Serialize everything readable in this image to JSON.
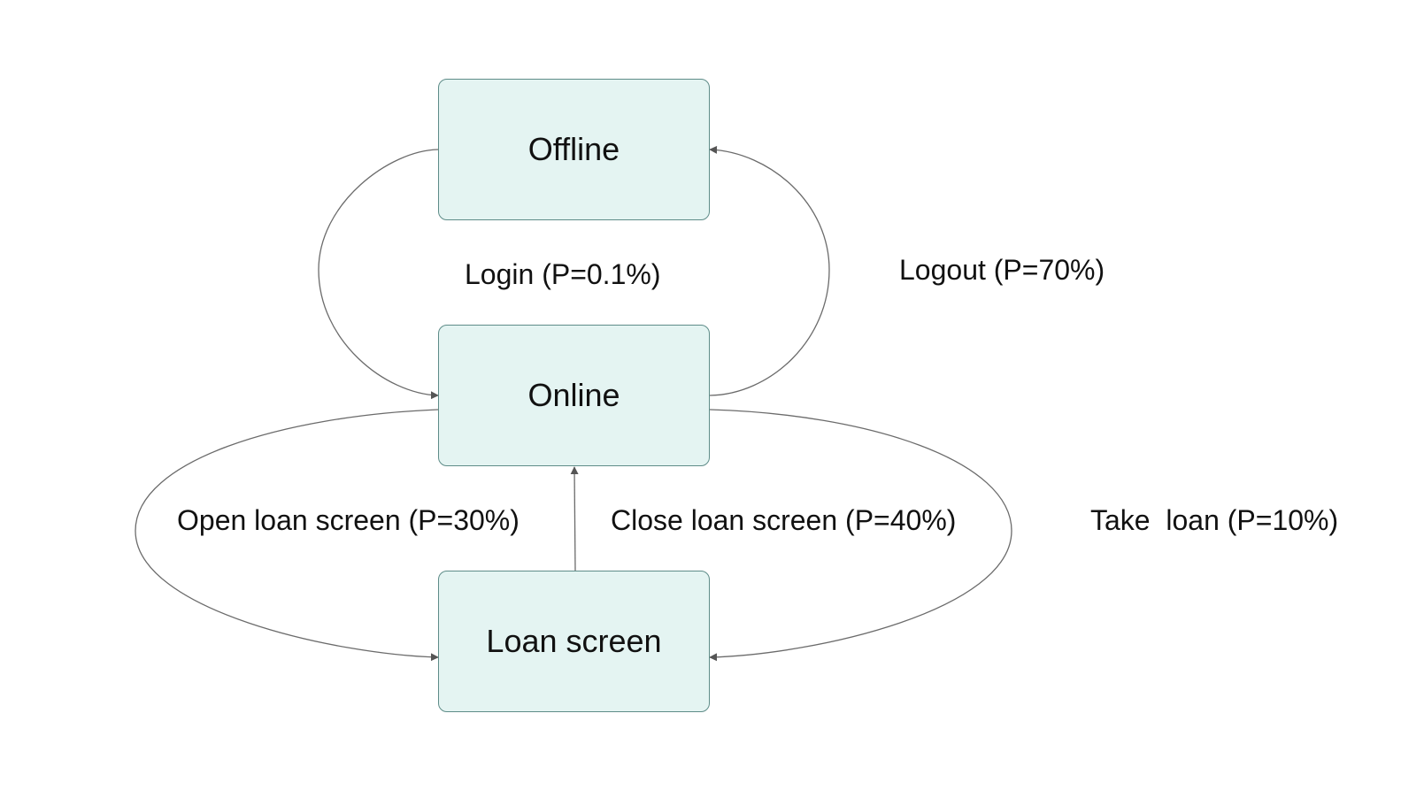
{
  "colors": {
    "node_fill": "#e4f4f2",
    "node_border": "#5e8c88",
    "edge_stroke": "#6b6b6b",
    "text": "#111111"
  },
  "nodes": {
    "offline": "Offline",
    "online": "Online",
    "loan_screen": "Loan screen"
  },
  "edges": {
    "login": "Login (P=0.1%)",
    "logout": "Logout (P=70%)",
    "open_loan_screen": "Open loan screen (P=30%)",
    "close_loan_screen": "Close loan screen (P=40%)",
    "take_loan": "Take  loan (P=10%)"
  }
}
